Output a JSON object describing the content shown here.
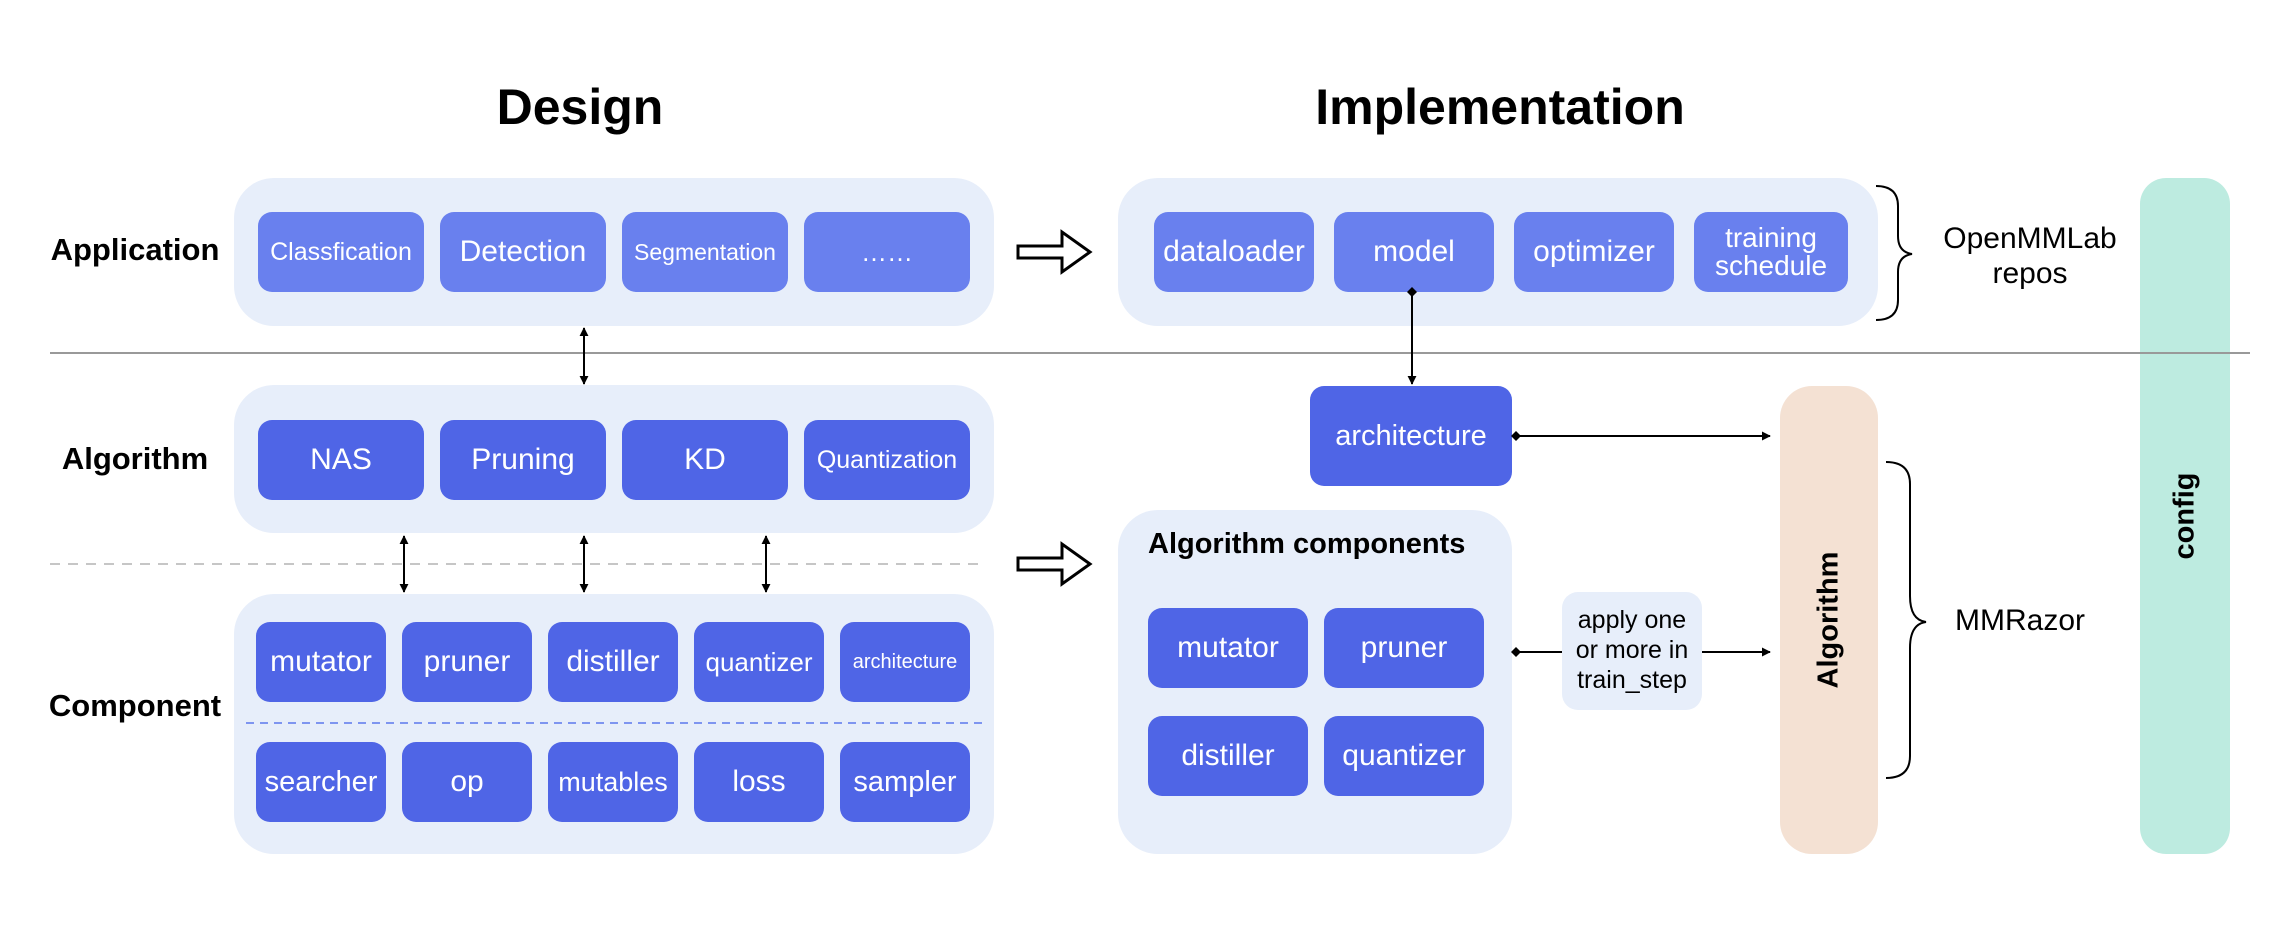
{
  "headers": {
    "design": "Design",
    "implementation": "Implementation"
  },
  "row_labels": {
    "application": "Application",
    "algorithm": "Algorithm",
    "component": "Component"
  },
  "design": {
    "application": [
      "Classfication",
      "Detection",
      "Segmentation",
      "……"
    ],
    "algorithm": [
      "NAS",
      "Pruning",
      "KD",
      "Quantization"
    ],
    "component_row1": [
      "mutator",
      "pruner",
      "distiller",
      "quantizer",
      "architecture"
    ],
    "component_row2": [
      "searcher",
      "op",
      "mutables",
      "loss",
      "sampler"
    ]
  },
  "implementation": {
    "repo_parts": [
      "dataloader",
      "model",
      "optimizer",
      "training schedule"
    ],
    "architecture": "architecture",
    "components_title": "Algorithm components",
    "components": [
      "mutator",
      "pruner",
      "distiller",
      "quantizer"
    ],
    "apply_note": "apply one or more in train_step",
    "algorithm": "Algorithm",
    "config": "config"
  },
  "brackets": {
    "openmmlab": "OpenMMLab repos",
    "mmrazor": "MMRazor"
  },
  "colors": {
    "panel": "#e7eefa",
    "box": "#4f65e6",
    "box_light": "#6980ee",
    "algorithm_bar": "#f4e1d3",
    "config_bar": "#bdebe0"
  }
}
